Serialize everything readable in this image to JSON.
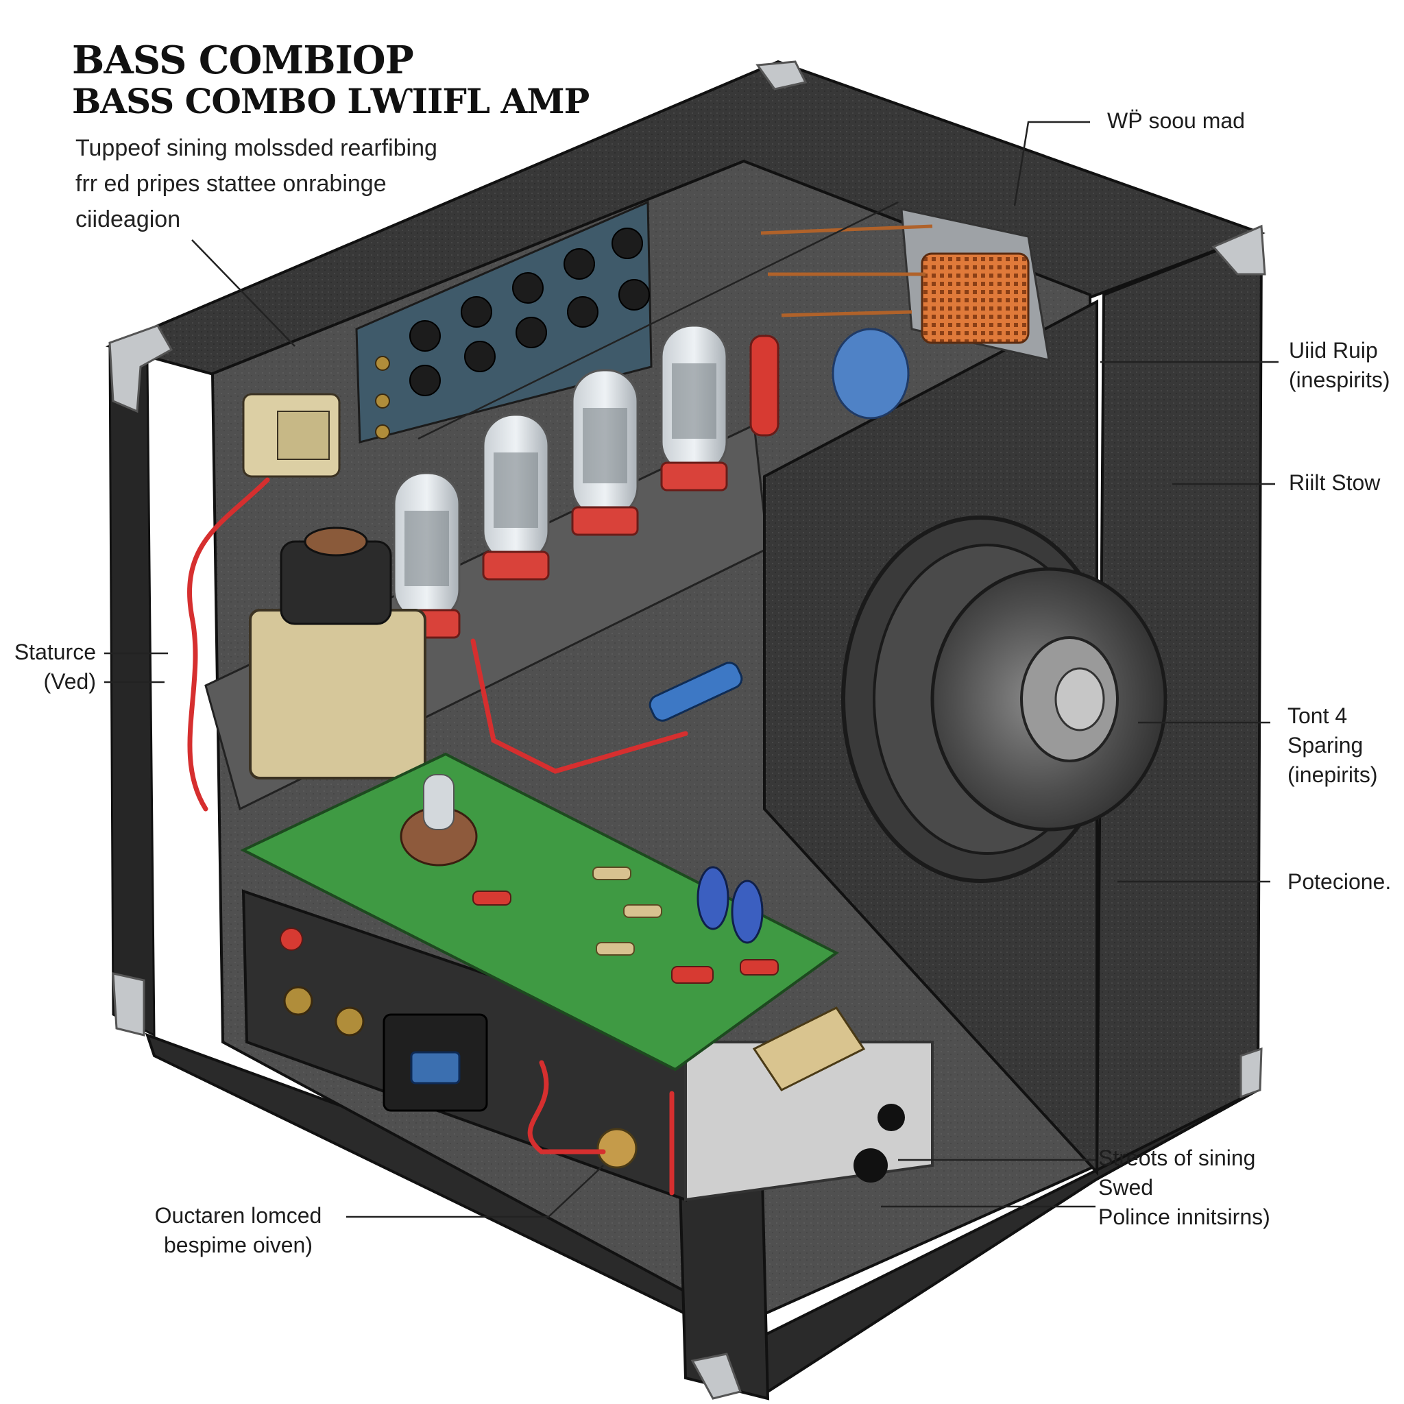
{
  "title": {
    "line1": "BASS COMBIOP",
    "line2": "BASS COMBO ⅬⱲIIFL AMP"
  },
  "subtitle": {
    "lines": [
      "Tuppeof sining molssded rearfibing",
      "frr ed pripes stattee onrabinge",
      "ciideagion"
    ]
  },
  "callouts": {
    "top_right": {
      "lines": [
        "WP̈ soou mad"
      ]
    },
    "right_1": {
      "lines": [
        "Uiid Ruip",
        "(inespirits)"
      ]
    },
    "right_2": {
      "lines": [
        "Riilt Stow"
      ]
    },
    "right_3": {
      "lines": [
        "Tont 4",
        "Sparing",
        "(inepirits)"
      ]
    },
    "right_4": {
      "lines": [
        "Potecione."
      ]
    },
    "bottom_right": {
      "lines": [
        "Streots of sining",
        "Swed",
        "Polince innitsirns)"
      ]
    },
    "left": {
      "lines": [
        "Staturce",
        "(Ved)"
      ]
    },
    "bottom_left": {
      "lines": [
        "Ouctaren lomced",
        "bespime oiven)"
      ]
    }
  },
  "colors": {
    "cabinet": "#3a3a3a",
    "cabinet_dark": "#1f1f1f",
    "interior": "#4b4b4b",
    "pcb": "#3f9a43",
    "panel": "#3e5868",
    "tube_base": "#d9423a",
    "wire_red": "#d62f2f",
    "transformer": "#d6c79a",
    "speaker": "#5a5a5a",
    "leader": "#222222",
    "chrome": "#b9bcbf"
  }
}
